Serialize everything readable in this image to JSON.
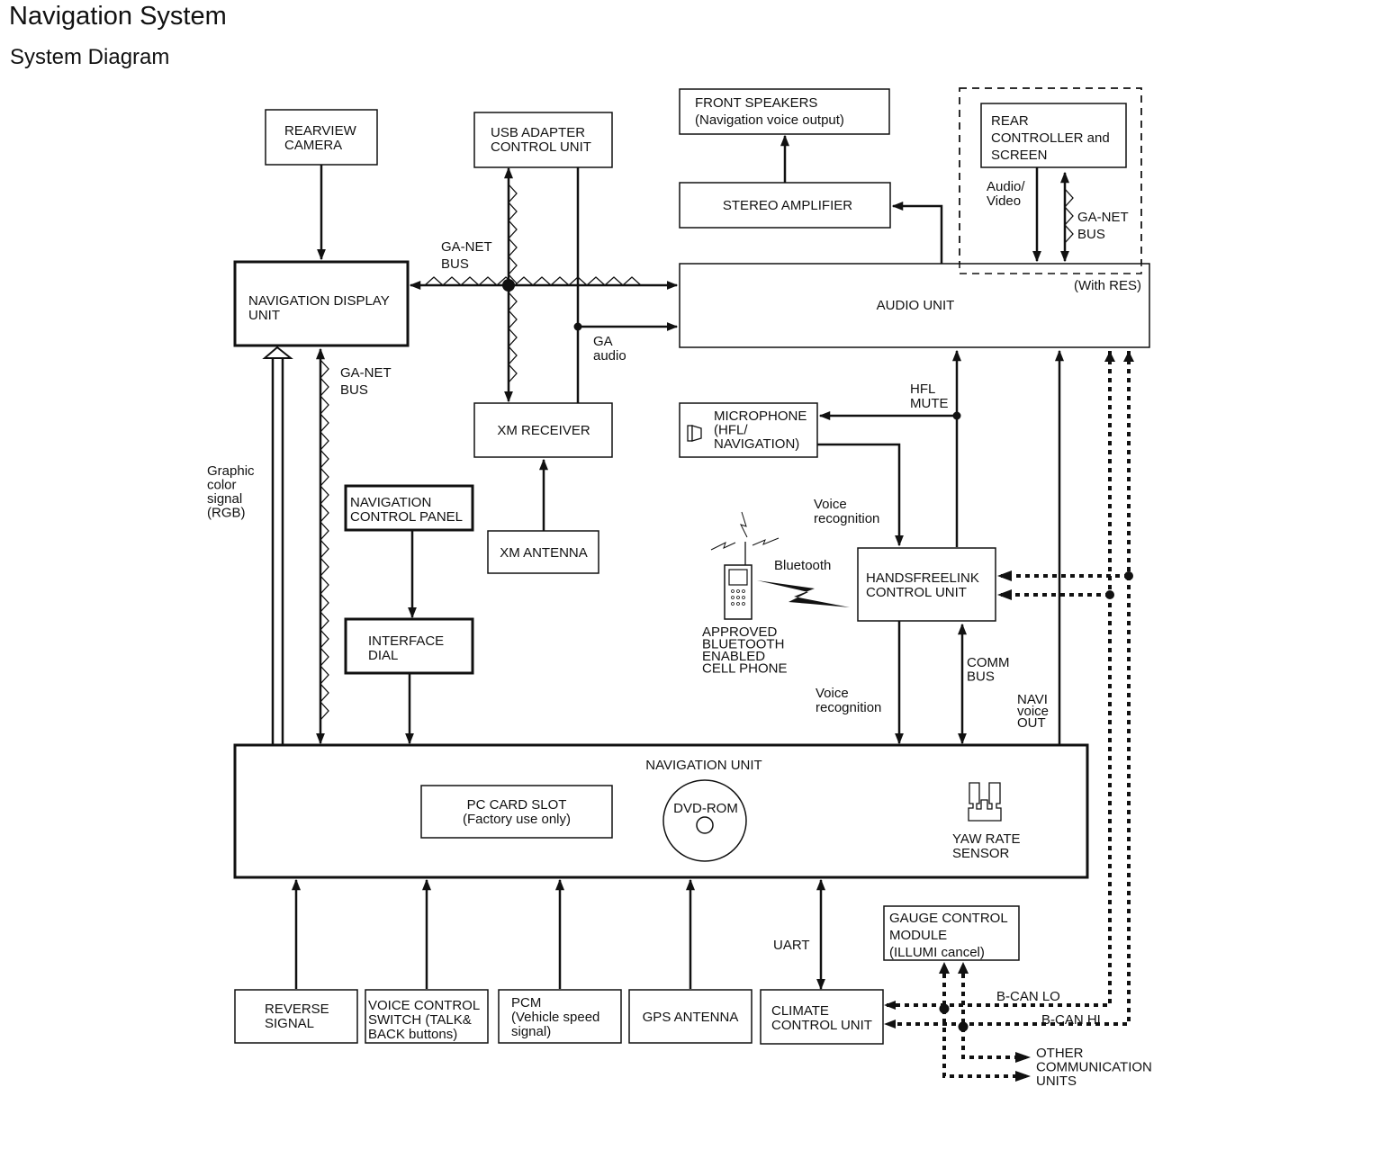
{
  "header": {
    "title": "Navigation System",
    "subtitle": "System Diagram"
  },
  "components": {
    "rearview_camera": [
      "REARVIEW",
      "CAMERA"
    ],
    "usb_adapter": [
      "USB ADAPTER",
      "CONTROL  UNIT"
    ],
    "front_speakers": [
      "FRONT SPEAKERS",
      "(Navigation voice output)"
    ],
    "rear_controller": [
      "REAR",
      "CONTROLLER and",
      "SCREEN"
    ],
    "stereo_amplifier": [
      "STEREO AMPLIFIER"
    ],
    "navigation_display": [
      "NAVIGATION DISPLAY",
      "UNIT"
    ],
    "audio_unit": [
      "AUDIO UNIT"
    ],
    "audio_unit_note": "(With RES)",
    "xm_receiver": [
      "XM RECEIVER"
    ],
    "xm_antenna": [
      "XM ANTENNA"
    ],
    "microphone": [
      "MICROPHONE",
      "(HFL/",
      "NAVIGATION)"
    ],
    "navigation_control_panel": [
      "NAVIGATION",
      "CONTROL PANEL"
    ],
    "interface_dial": [
      "INTERFACE",
      "DIAL"
    ],
    "handsfreelink": [
      "HANDSFREELINK",
      "CONTROL UNIT"
    ],
    "cell_phone": [
      "APPROVED",
      "BLUETOOTH",
      "ENABLED",
      "CELL PHONE"
    ],
    "navigation_unit": [
      "NAVIGATION UNIT"
    ],
    "pc_card_slot": [
      "PC CARD SLOT",
      "(Factory use only)"
    ],
    "dvd_rom": [
      "DVD-ROM"
    ],
    "yaw_rate_sensor": [
      "YAW RATE",
      "SENSOR"
    ],
    "gauge_control_module": [
      "GAUGE CONTROL",
      "MODULE",
      "(ILLUMI cancel)"
    ],
    "reverse_signal": [
      "REVERSE",
      "SIGNAL"
    ],
    "voice_control_switch": [
      "VOICE CONTROL",
      "SWITCH (TALK&",
      "BACK buttons)"
    ],
    "pcm": [
      "PCM",
      "(Vehicle speed",
      "signal)"
    ],
    "gps_antenna": [
      "GPS ANTENNA"
    ],
    "climate_control": [
      "CLIMATE",
      "CONTROL UNIT"
    ],
    "other_units": [
      "OTHER",
      "COMMUNICATION",
      "UNITS"
    ]
  },
  "signals": {
    "ga_net_bus_top": [
      "GA-NET",
      "BUS"
    ],
    "ga_net_bus_left": [
      "GA-NET",
      "BUS"
    ],
    "ga_net_bus_rear": [
      "GA-NET",
      "BUS"
    ],
    "ga_audio": [
      "GA",
      "audio"
    ],
    "audio_video": [
      "Audio/",
      "Video"
    ],
    "graphic_color": [
      "Graphic",
      "color",
      "signal",
      "(RGB)"
    ],
    "hfl_mute": [
      "HFL",
      "MUTE"
    ],
    "voice_recognition_in": [
      "Voice",
      "recognition"
    ],
    "voice_recognition_out": [
      "Voice",
      "recognition"
    ],
    "bluetooth": [
      "Bluetooth"
    ],
    "comm_bus": [
      "COMM",
      "BUS"
    ],
    "navi_voice_out": [
      "NAVI",
      "voice",
      "OUT"
    ],
    "uart": [
      "UART"
    ],
    "b_can_lo": [
      "B-CAN LO"
    ],
    "b_can_hi": [
      "B-CAN HI"
    ]
  }
}
